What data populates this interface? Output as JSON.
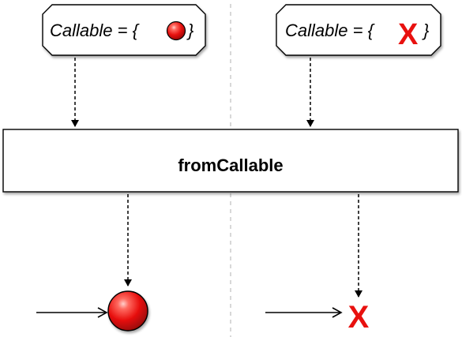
{
  "diagram": {
    "operator_label": "fromCallable",
    "left_case": {
      "callable_prefix": "Callable = {",
      "callable_suffix": "}",
      "source_emission": "item",
      "result_emission": "item"
    },
    "right_case": {
      "callable_prefix": "Callable = {",
      "callable_suffix": "}",
      "source_emission": "error",
      "error_symbol": "X",
      "result_error_symbol": "X"
    },
    "colors": {
      "item_fill": "#e8110f",
      "error": "#e8110f",
      "stroke": "#000000",
      "divider": "#b0b0b0"
    }
  }
}
